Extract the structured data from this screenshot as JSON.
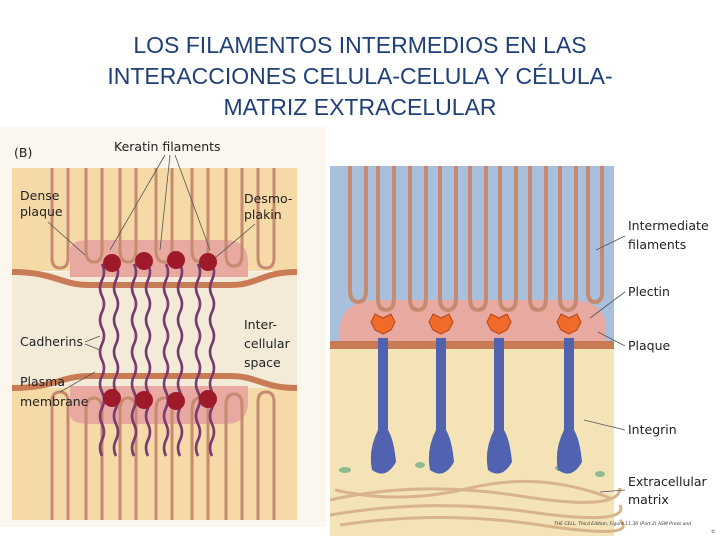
{
  "title": {
    "line1": "LOS FILAMENTOS INTERMEDIOS EN LAS",
    "line2": "INTERACCIONES CELULA-CELULA Y CÉLULA-",
    "line3": "MATRIZ EXTRACELULAR"
  },
  "left_panel": {
    "panel_letter": "(B)",
    "labels": {
      "keratin": "Keratin filaments",
      "dense1": "Dense",
      "dense2": "plaque",
      "desmo1": "Desmo-",
      "desmo2": "plakin",
      "cadherins": "Cadherins",
      "inter1": "Inter-",
      "inter2": "cellular",
      "inter3": "space",
      "plasma1": "Plasma",
      "plasma2": "membrane"
    }
  },
  "right_panel": {
    "labels": {
      "if1": "Intermediate",
      "if2": "filaments",
      "plectin": "Plectin",
      "plaque": "Plaque",
      "integrin": "Integrin",
      "ecm1": "Extracellular",
      "ecm2": "matrix"
    },
    "credit": "THE CELL, Third Edition, Figure 11.36 (Part 2)  ASM Press and",
    "credit_mark": "©"
  },
  "colors": {
    "title": "#1f3f78",
    "cytoplasm": "#f5d9a6",
    "membrane": "#c97b55",
    "plaque": "#e7a9a0",
    "knob": "#9e1a2a",
    "cadherin": "#7a3a72",
    "filament": "#c58a70",
    "matrix_bg": "#a9c0dc",
    "plectin": "#f06a2a",
    "integrin": "#5062b0"
  }
}
